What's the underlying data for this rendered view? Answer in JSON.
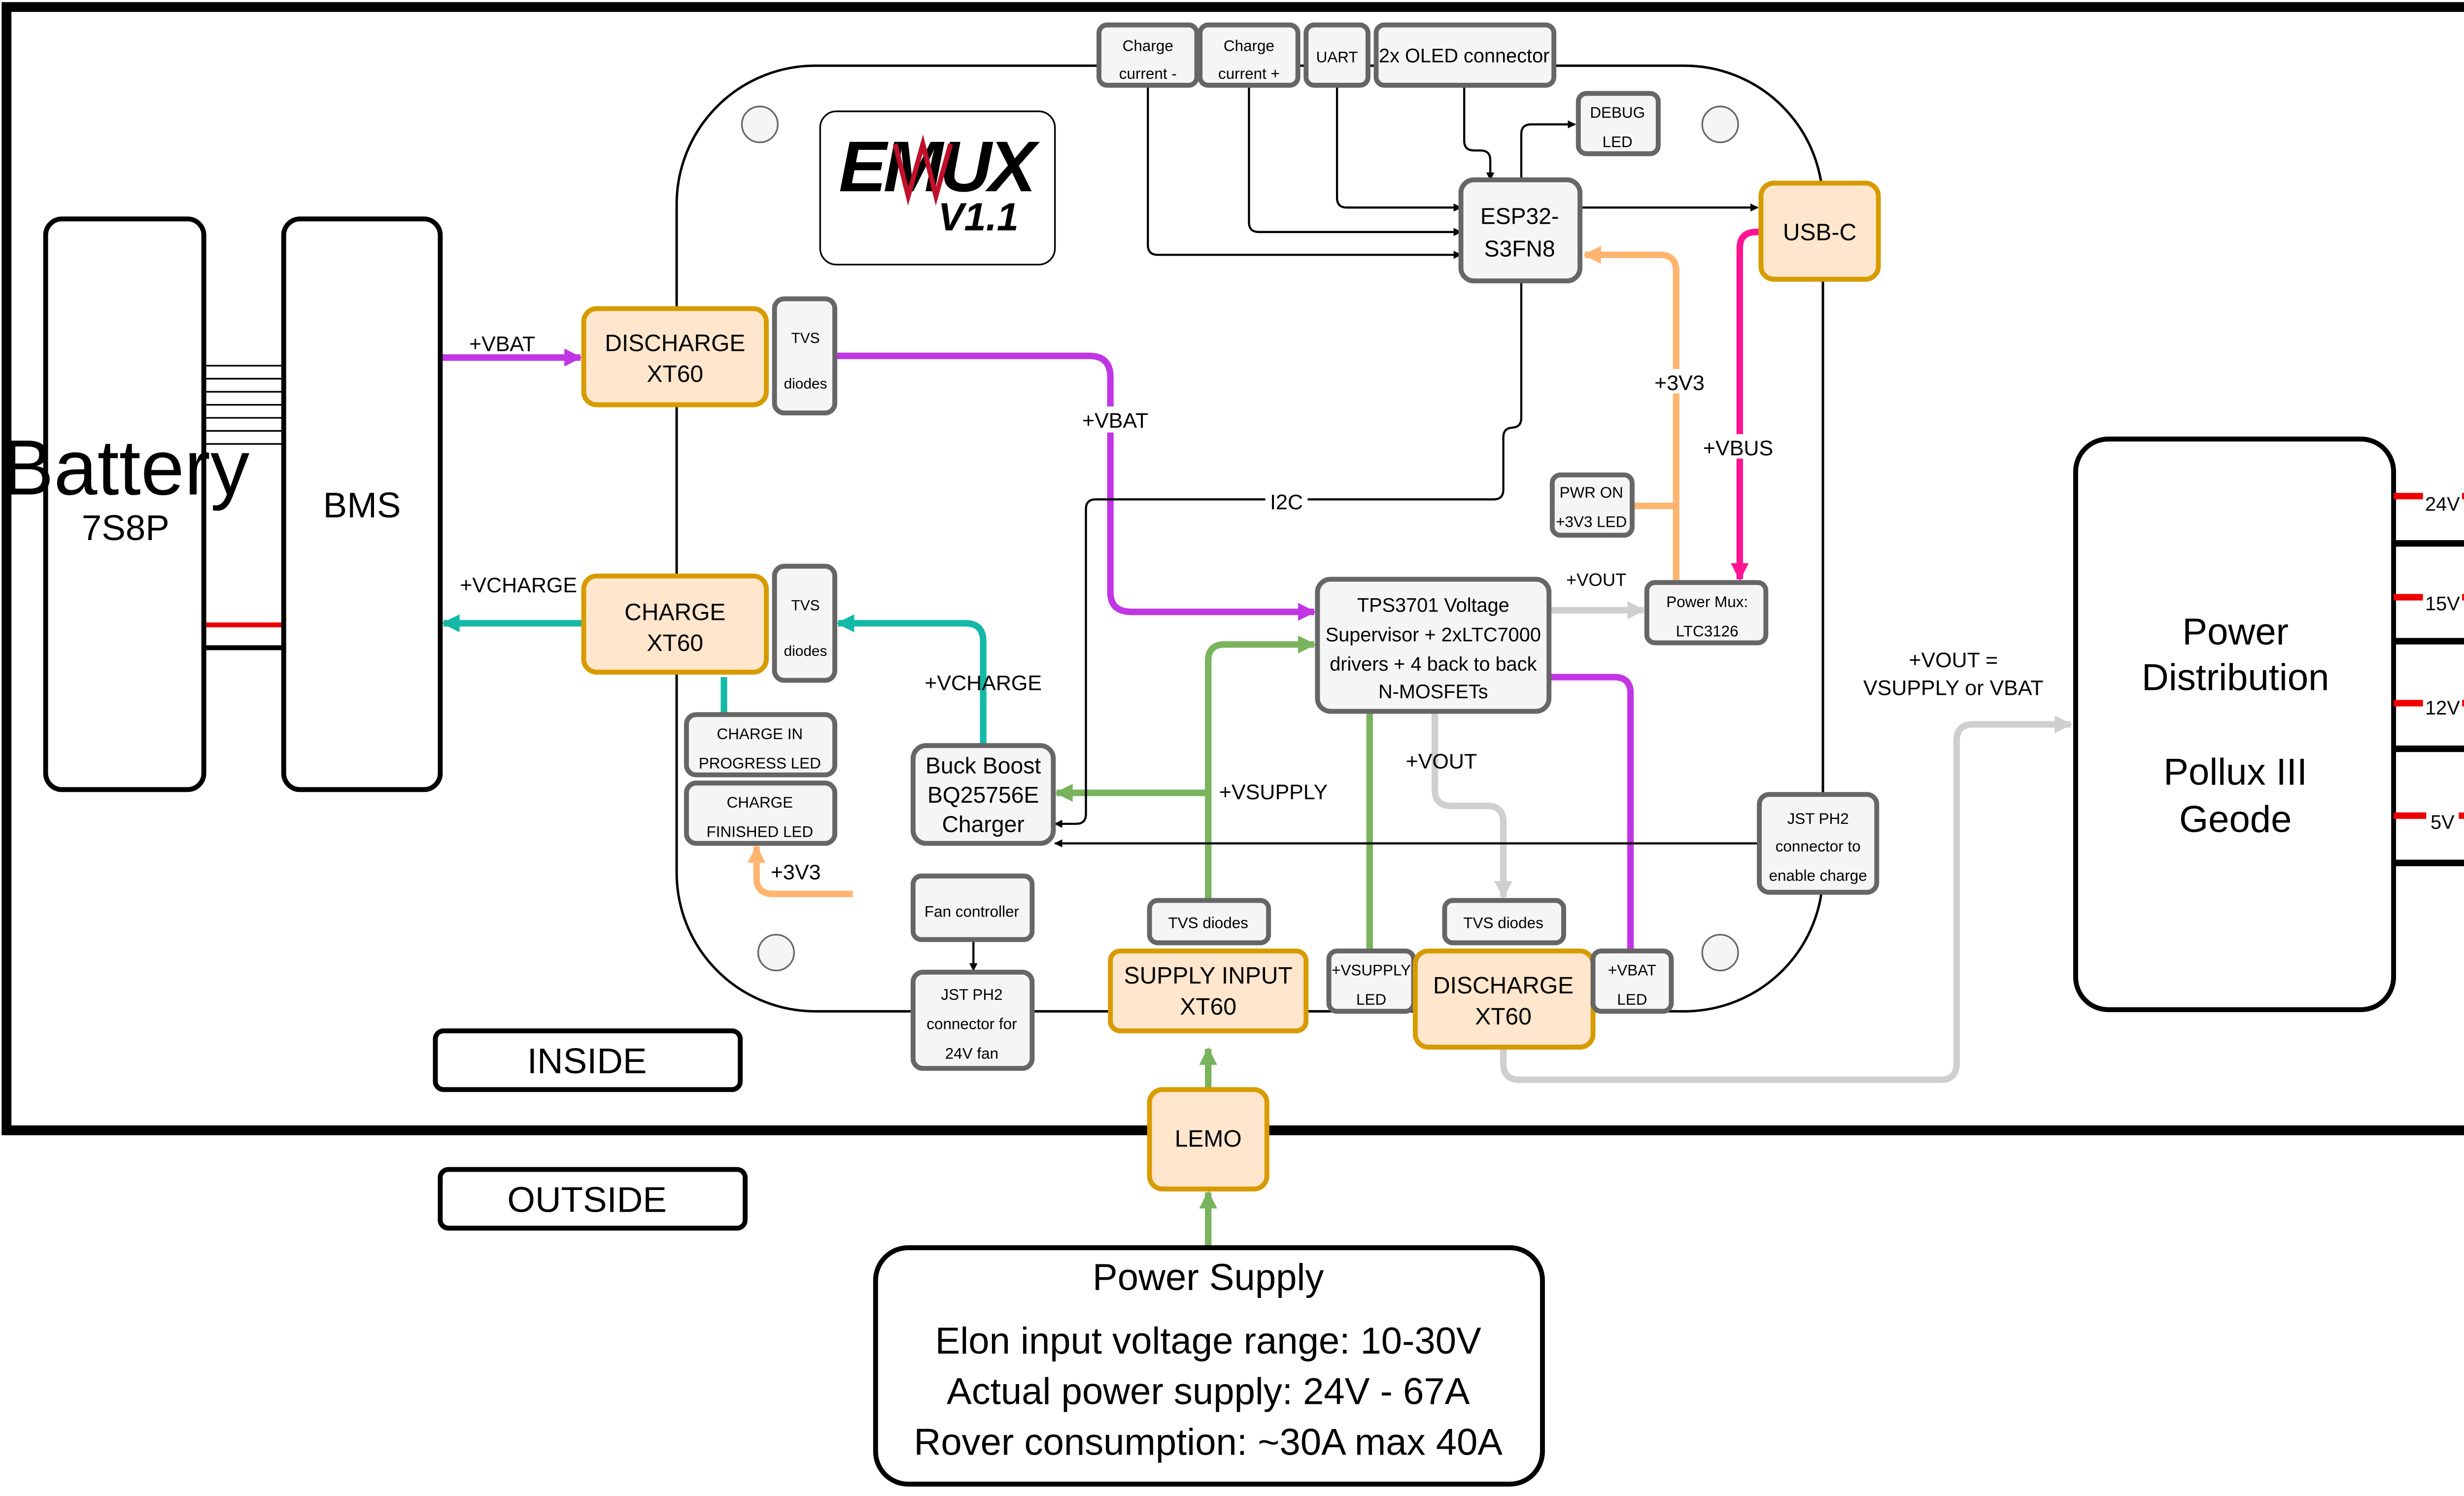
{
  "title": {
    "logo": "EMUX",
    "version": "V1.1"
  },
  "zones": {
    "inside": "INSIDE",
    "outside": "OUTSIDE"
  },
  "blocks": {
    "battery": [
      "Battery",
      "7S8P"
    ],
    "bms": "BMS",
    "discharge_top": [
      "DISCHARGE",
      "XT60"
    ],
    "charge": [
      "CHARGE",
      "XT60"
    ],
    "tvs_top": [
      "TVS",
      "diodes"
    ],
    "tvs_charge": [
      "TVS",
      "diodes"
    ],
    "charge_in_progress_led": [
      "CHARGE IN",
      "PROGRESS LED"
    ],
    "charge_finished_led": [
      "CHARGE",
      "FINISHED LED"
    ],
    "charge_current_minus": [
      "Charge",
      "current -"
    ],
    "charge_current_plus": [
      "Charge",
      "current +"
    ],
    "uart": "UART",
    "oled": "2x OLED connector",
    "debug_led": [
      "DEBUG",
      "LED"
    ],
    "esp32": [
      "ESP32-",
      "S3FN8"
    ],
    "usb_c": "USB-C",
    "pwr_on_led": [
      "PWR ON",
      "+3V3 LED"
    ],
    "power_mux": [
      "Power Mux:",
      "LTC3126"
    ],
    "supervisor": [
      "TPS3701 Voltage",
      "Supervisor + 2xLTC7000",
      "drivers + 4 back to back",
      "N-MOSFETs"
    ],
    "buck_boost": [
      "Buck Boost",
      "BQ25756E",
      "Charger"
    ],
    "jst_charge": [
      "JST PH2",
      "connector to",
      "enable charge"
    ],
    "fan_controller": "Fan controller",
    "jst_fan": [
      "JST PH2",
      "connector for",
      "24V fan"
    ],
    "tvs_supply": "TVS diodes",
    "tvs_discharge": "TVS diodes",
    "supply_input": [
      "SUPPLY INPUT",
      "XT60"
    ],
    "vsupply_led": [
      "+VSUPPLY",
      "LED"
    ],
    "discharge_bottom": [
      "DISCHARGE",
      "XT60"
    ],
    "vbat_led": [
      "+VBAT",
      "LED"
    ],
    "lemo": "LEMO",
    "power_distribution": [
      "Power",
      "Distribution",
      "Pollux III",
      "Geode"
    ],
    "power_supply": [
      "Power Supply",
      "Elon input voltage range: 10-30V",
      "Actual power supply: 24V - 67A",
      "Rover consumption: ~30A max 40A"
    ]
  },
  "net_labels": {
    "vbat_bms": "+VBAT",
    "vcharge_bms": "+VCHARGE",
    "vbat_mid": "+VBAT",
    "i2c": "I2C",
    "v3v3_esp": "+3V3",
    "vbus": "+VBUS",
    "vout_mux": "+VOUT",
    "vcharge_bb": "+VCHARGE",
    "vsupply": "+VSUPPLY",
    "vout_down": "+VOUT",
    "v3v3_led": "+3V3",
    "vout_eq": [
      "+VOUT =",
      "VSUPPLY or VBAT"
    ]
  },
  "outputs": [
    "24V",
    "15V",
    "12V",
    "5V"
  ],
  "colors": {
    "vbat": "#c136e4",
    "vcharge": "#14b9a8",
    "vsupply": "#7ab35d",
    "vout": "#cfcfcf",
    "v3v3": "#ffb570",
    "vbus": "#ff1493",
    "signal": "#000000",
    "block_fill_orange": "#ffe6cc",
    "block_stroke_orange": "#d79b00",
    "block_fill_grey": "#f5f5f5",
    "positive_wire": "#ee0000"
  }
}
